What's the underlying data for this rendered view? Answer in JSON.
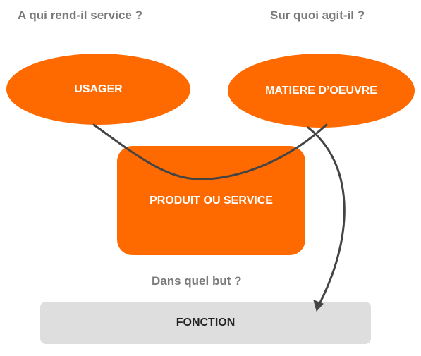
{
  "questions": {
    "usager": "A qui rend-il service ?",
    "matiere": "Sur quoi agit-il ?",
    "but": "Dans quel but ?"
  },
  "nodes": {
    "usager": "USAGER",
    "matiere": "MATIERE D’OEUVRE",
    "produit": "PRODUIT OU SERVICE",
    "fonction": "FONCTION"
  },
  "colors": {
    "accent": "#ff6a00",
    "fonction_box": "#dedede",
    "question_text": "#7a7a7a",
    "connector": "#444444"
  }
}
